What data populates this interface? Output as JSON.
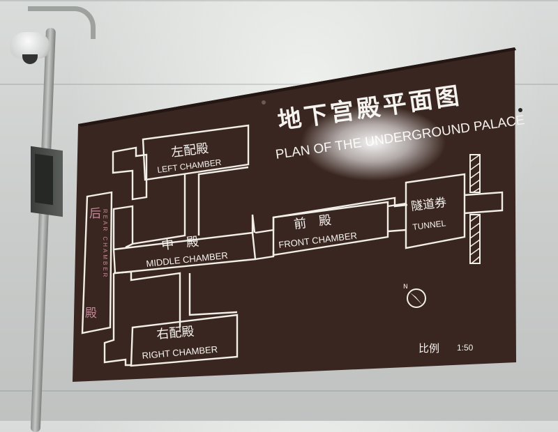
{
  "sign": {
    "title_cn": "地下宫殿平面图",
    "title_en": "PLAN OF THE UNDERGROUND PALACE",
    "rooms": {
      "left_cn": "左配殿",
      "left_en": "LEFT CHAMBER",
      "middle_cn": "中　殿",
      "middle_en": "MIDDLE CHAMBER",
      "right_cn": "右配殿",
      "right_en": "RIGHT CHAMBER",
      "front_cn": "前　殿",
      "front_en": "FRONT CHAMBER",
      "tunnel_cn": "隧道券",
      "tunnel_en": "TUNNEL",
      "rear_cn_top": "后",
      "rear_cn_bottom": "殿",
      "rear_en": "REAR CHAMBER"
    },
    "compass_label": "N",
    "scale_label": "比例",
    "scale_value": "1:50"
  },
  "colors": {
    "board": "#3a2620",
    "line": "#f2efe9",
    "rear_text": "#c48a9a",
    "wall": "#d6d9d7"
  }
}
